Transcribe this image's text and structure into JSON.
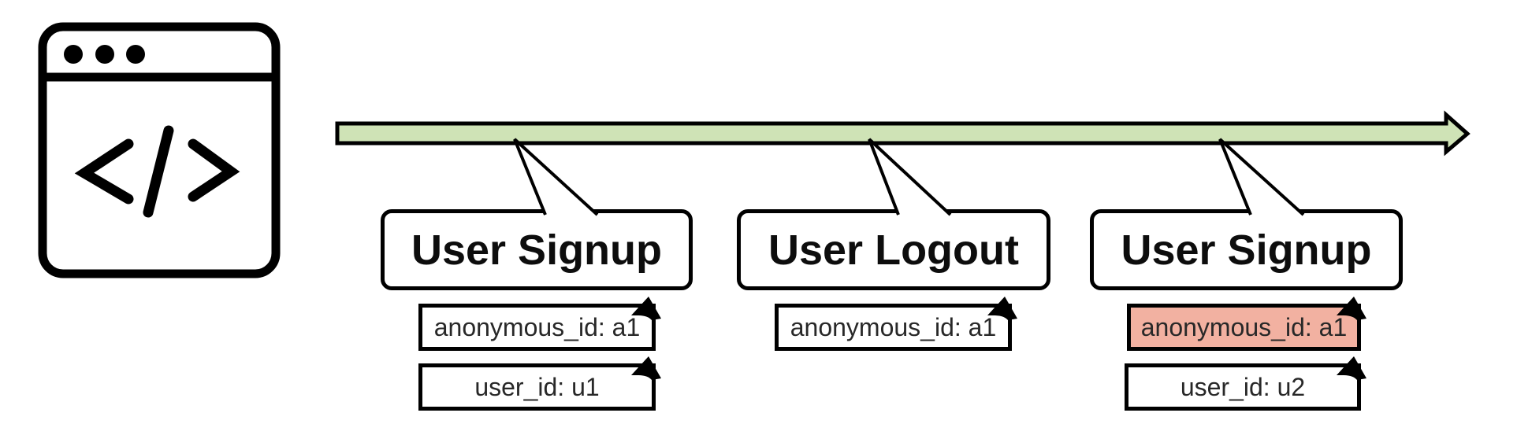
{
  "icons": {
    "source_icon": "browser-code-icon",
    "fold_icon": "folded-corner-icon",
    "timeline_icon": "timeline-arrow"
  },
  "colors": {
    "timeline_fill": "#cfe3b6",
    "highlight_fill": "#f2b1a1",
    "stroke": "#000000",
    "background": "#ffffff"
  },
  "events": [
    {
      "label": "User Signup",
      "properties": [
        {
          "text": "anonymous_id: a1",
          "highlighted": false
        },
        {
          "text": "user_id: u1",
          "highlighted": false
        }
      ]
    },
    {
      "label": "User Logout",
      "properties": [
        {
          "text": "anonymous_id: a1",
          "highlighted": false
        }
      ]
    },
    {
      "label": "User Signup",
      "properties": [
        {
          "text": "anonymous_id: a1",
          "highlighted": true
        },
        {
          "text": "user_id: u2",
          "highlighted": false
        }
      ]
    }
  ]
}
